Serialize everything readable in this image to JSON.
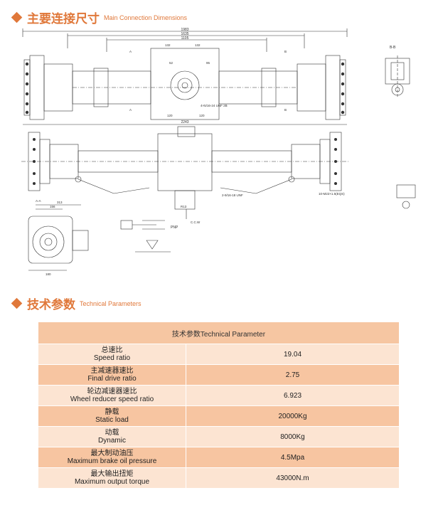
{
  "section1": {
    "title_zh": "主要连接尺寸",
    "title_en": "Main Connection Dimensions"
  },
  "section2": {
    "title_zh": "技术参数",
    "title_en": "Technical Parameters"
  },
  "drawing": {
    "dim_top": [
      "1983",
      "1635",
      "1105"
    ],
    "dim_misc": [
      "132",
      "132",
      "52",
      "95",
      "120",
      "120",
      "2243",
      "4×5/16-24 UNF 2B",
      "B-B",
      "A-A",
      "2-9/16-18 UNF",
      "10-M22×1.5(EQS)",
      "PNP",
      "C.C.W",
      "313",
      "156",
      "180",
      "R13"
    ],
    "view_labels": [
      "A",
      "B",
      "A",
      "B"
    ]
  },
  "table": {
    "header": "技术参数Technical Parameter",
    "rows": [
      {
        "zh": "总速比",
        "en": "Speed ratio",
        "value": "19.04"
      },
      {
        "zh": "主减速器速比",
        "en": "Final drive ratio",
        "value": "2.75"
      },
      {
        "zh": "轮边减速器速比",
        "en": "Wheel reducer speed ratio",
        "value": "6.923"
      },
      {
        "zh": "静载",
        "en": "Static load",
        "value": "20000Kg"
      },
      {
        "zh": "动载",
        "en": "Dynamic",
        "value": "8000Kg"
      },
      {
        "zh": "最大制动油压",
        "en": "Maximum brake oil pressure",
        "value": "4.5Mpa"
      },
      {
        "zh": "最大输出扭矩",
        "en": "Maximum output torque",
        "value": "43000N.m"
      }
    ]
  }
}
